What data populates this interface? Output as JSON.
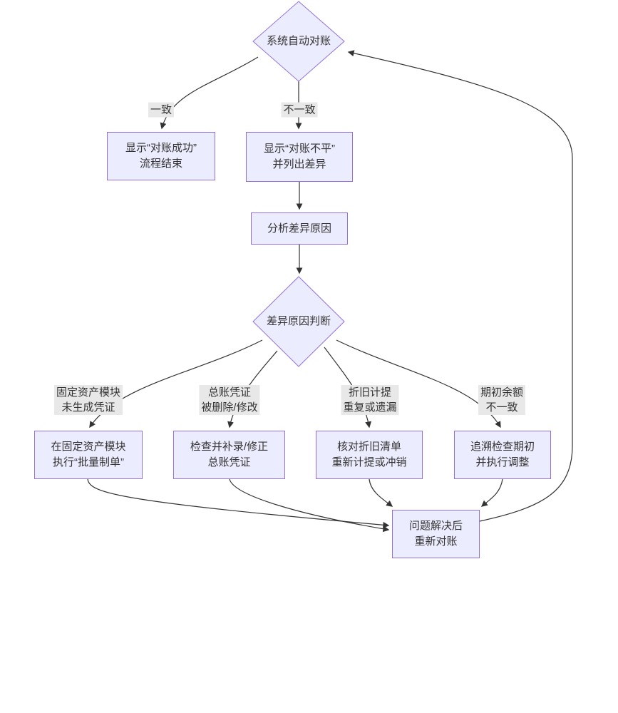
{
  "colors": {
    "node_fill": "#ECECFF",
    "node_border": "#9370DB",
    "edge": "#333333",
    "edge_label_bg": "#e8e8e8",
    "text": "#333333",
    "background": "#ffffff"
  },
  "diagram_type": "flowchart",
  "nodes": {
    "reconcile": {
      "label": "系统自动对账",
      "shape": "diamond"
    },
    "success": {
      "label": "显示“对账成功”\n流程结束",
      "shape": "rect"
    },
    "unbalanced": {
      "label": "显示“对账不平”\n并列出差异",
      "shape": "rect"
    },
    "analyze": {
      "label": "分析差异原因",
      "shape": "rect"
    },
    "judge": {
      "label": "差异原因判断",
      "shape": "diamond"
    },
    "fa_module": {
      "label": "在固定资产模块\n执行“批量制单”",
      "shape": "rect"
    },
    "gl_voucher": {
      "label": "检查并补录/修正\n总账凭证",
      "shape": "rect"
    },
    "depreciation": {
      "label": "核对折旧清单\n重新计提或冲销",
      "shape": "rect"
    },
    "opening_balance": {
      "label": "追溯检查期初\n并执行调整",
      "shape": "rect"
    },
    "redo": {
      "label": "问题解决后\n重新对账",
      "shape": "rect"
    }
  },
  "edge_labels": {
    "match": "一致",
    "mismatch": "不一致",
    "cause_fa": "固定资产模块\n未生成凭证",
    "cause_gl": "总账凭证\n被删除/修改",
    "cause_dep": "折旧计提\n重复或遗漏",
    "cause_open": "期初余额\n不一致"
  },
  "edges": [
    {
      "from": "reconcile",
      "to": "success",
      "label": "一致"
    },
    {
      "from": "reconcile",
      "to": "unbalanced",
      "label": "不一致"
    },
    {
      "from": "unbalanced",
      "to": "analyze",
      "label": ""
    },
    {
      "from": "analyze",
      "to": "judge",
      "label": ""
    },
    {
      "from": "judge",
      "to": "fa_module",
      "label": "固定资产模块 未生成凭证"
    },
    {
      "from": "judge",
      "to": "gl_voucher",
      "label": "总账凭证 被删除/修改"
    },
    {
      "from": "judge",
      "to": "depreciation",
      "label": "折旧计提 重复或遗漏"
    },
    {
      "from": "judge",
      "to": "opening_balance",
      "label": "期初余额 不一致"
    },
    {
      "from": "fa_module",
      "to": "redo",
      "label": ""
    },
    {
      "from": "gl_voucher",
      "to": "redo",
      "label": ""
    },
    {
      "from": "depreciation",
      "to": "redo",
      "label": ""
    },
    {
      "from": "opening_balance",
      "to": "redo",
      "label": ""
    },
    {
      "from": "redo",
      "to": "reconcile",
      "label": ""
    }
  ]
}
